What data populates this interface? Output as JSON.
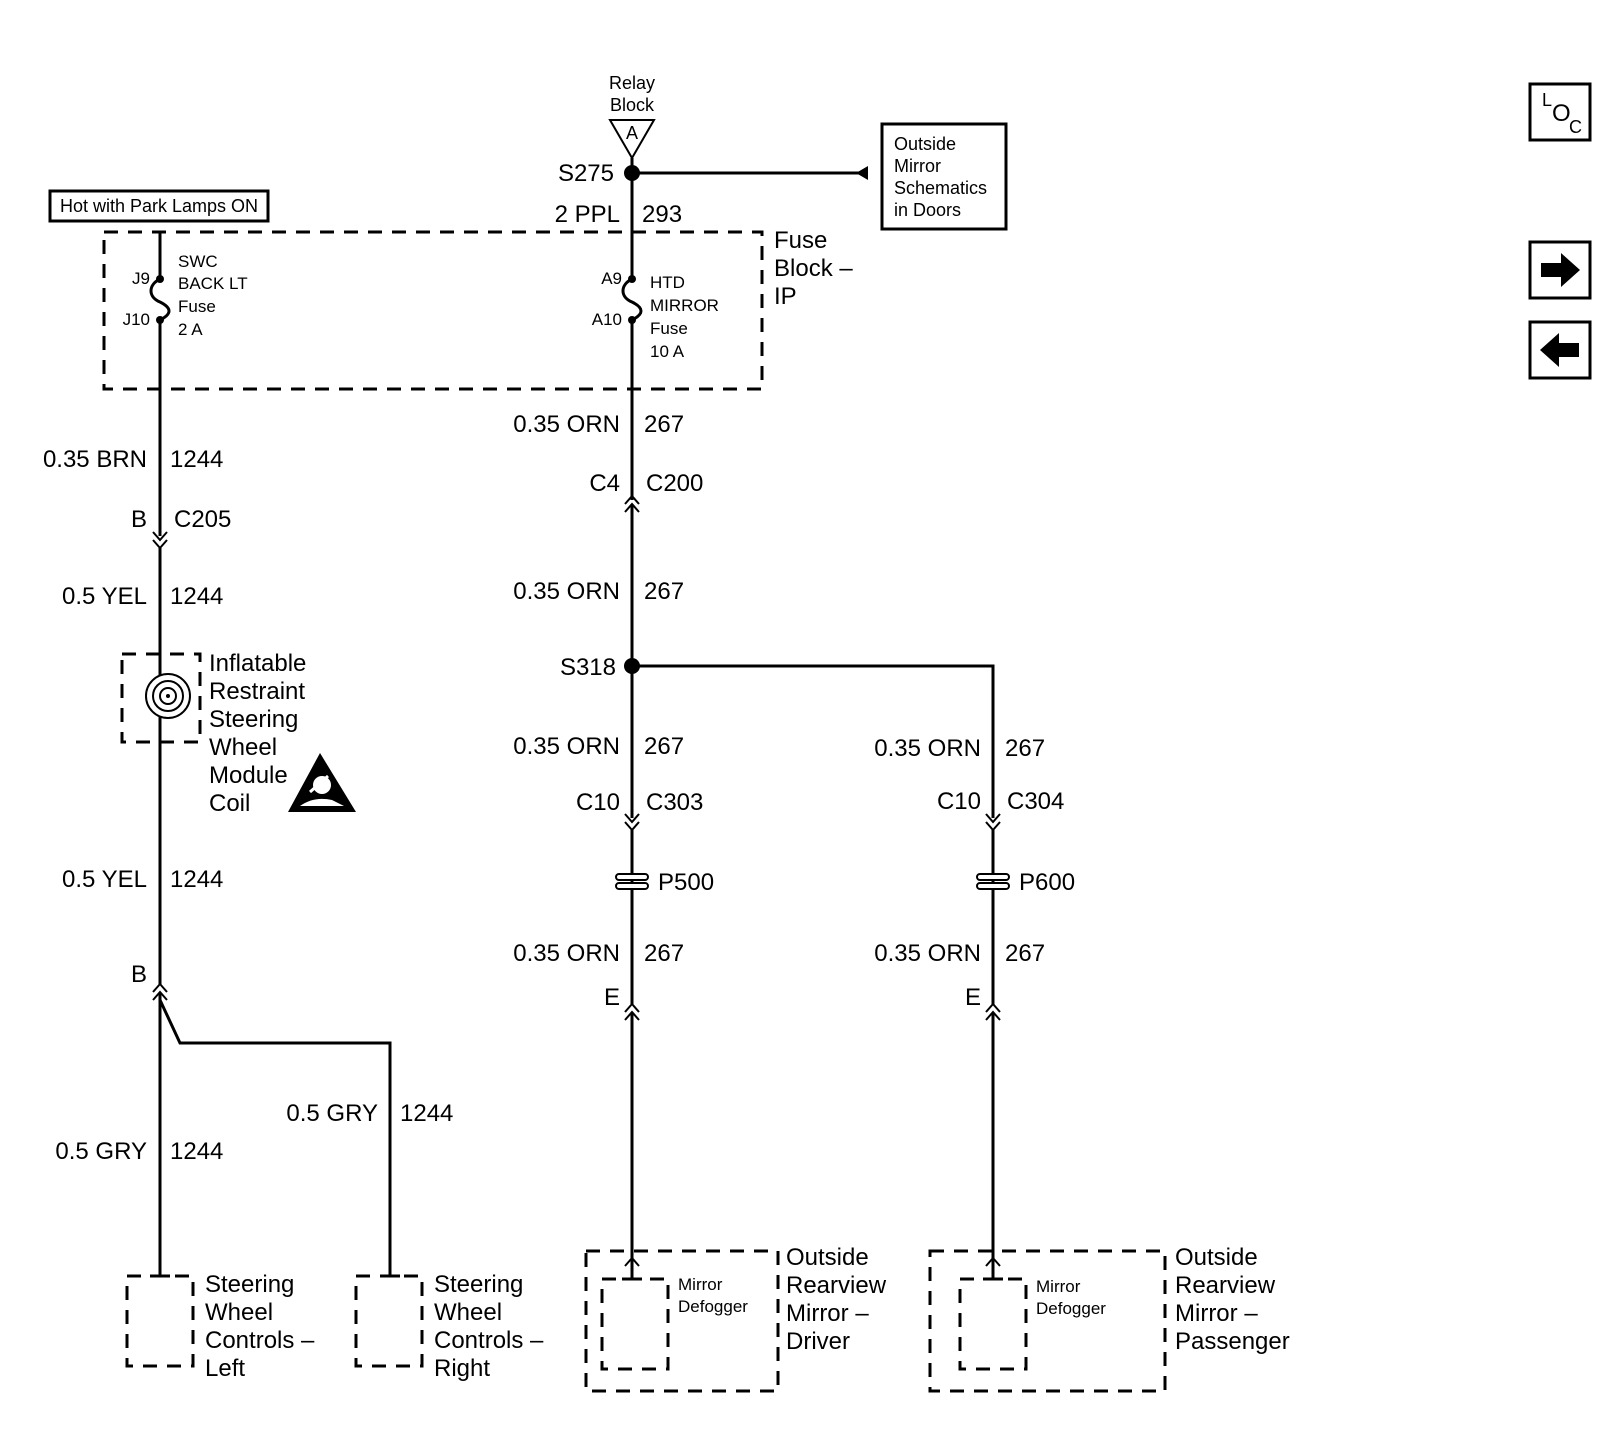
{
  "relay_block": {
    "label_line1": "Relay",
    "label_line2": "Block",
    "terminal": "A"
  },
  "splices": {
    "s275": "S275",
    "s318": "S318"
  },
  "outside_mirror_ref": {
    "lines": [
      "Outside",
      "Mirror",
      "Schematics",
      "in Doors"
    ]
  },
  "hot_label": "Hot with Park Lamps ON",
  "fuse_block": {
    "lines": [
      "Fuse",
      "Block –",
      "IP"
    ],
    "swc_fuse": {
      "in_pin": "J9",
      "out_pin": "J10",
      "lines": [
        "SWC",
        "BACK LT",
        "Fuse",
        "2 A"
      ]
    },
    "mirror_fuse": {
      "in_pin": "A9",
      "out_pin": "A10",
      "lines": [
        "HTD",
        "MIRROR",
        "Fuse",
        "10 A"
      ]
    }
  },
  "wires": {
    "w_ppl": {
      "gauge": "2 PPL",
      "circuit": "293"
    },
    "w_brn": {
      "gauge": "0.35 BRN",
      "circuit": "1244"
    },
    "w_yel1": {
      "gauge": "0.5 YEL",
      "circuit": "1244"
    },
    "w_yel2": {
      "gauge": "0.5 YEL",
      "circuit": "1244"
    },
    "w_gry_left": {
      "gauge": "0.5 GRY",
      "circuit": "1244"
    },
    "w_gry_right": {
      "gauge": "0.5 GRY",
      "circuit": "1244"
    },
    "w_orn1": {
      "gauge": "0.35 ORN",
      "circuit": "267"
    },
    "w_orn2": {
      "gauge": "0.35 ORN",
      "circuit": "267"
    },
    "w_orn3": {
      "gauge": "0.35 ORN",
      "circuit": "267"
    },
    "w_orn4": {
      "gauge": "0.35 ORN",
      "circuit": "267"
    },
    "w_orn5": {
      "gauge": "0.35 ORN",
      "circuit": "267"
    },
    "w_orn6": {
      "gauge": "0.35 ORN",
      "circuit": "267"
    }
  },
  "connectors": {
    "c205": {
      "pin": "B",
      "name": "C205"
    },
    "c200": {
      "pin": "C4",
      "name": "C200"
    },
    "c303": {
      "pin": "C10",
      "name": "C303"
    },
    "c304": {
      "pin": "C10",
      "name": "C304"
    },
    "b_lower": {
      "pin": "B"
    },
    "e_driver": {
      "pin": "E"
    },
    "e_passenger": {
      "pin": "E"
    },
    "p500": {
      "name": "P500"
    },
    "p600": {
      "name": "P600"
    }
  },
  "components": {
    "airbag_coil": {
      "lines": [
        "Inflatable",
        "Restraint",
        "Steering",
        "Wheel",
        "Module",
        "Coil"
      ]
    },
    "swc_left": {
      "lines": [
        "Steering",
        "Wheel",
        "Controls –",
        "Left"
      ]
    },
    "swc_right": {
      "lines": [
        "Steering",
        "Wheel",
        "Controls –",
        "Right"
      ]
    },
    "mirror_driver": {
      "lines": [
        "Outside",
        "Rearview",
        "Mirror –",
        "Driver"
      ],
      "inner_lines": [
        "Mirror",
        "Defogger"
      ]
    },
    "mirror_passenger": {
      "lines": [
        "Outside",
        "Rearview",
        "Mirror –",
        "Passenger"
      ],
      "inner_lines": [
        "Mirror",
        "Defogger"
      ]
    }
  },
  "nav": {
    "loc_icon": "location-icon",
    "next_icon": "arrow-right-icon",
    "prev_icon": "arrow-left-icon",
    "loc_glyphs": [
      "L",
      "O",
      "C"
    ]
  }
}
